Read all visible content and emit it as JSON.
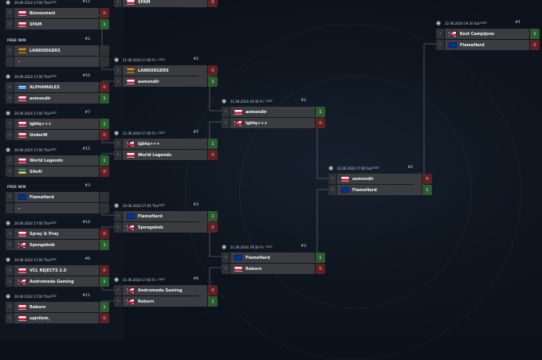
{
  "matches": [
    {
      "id": "m01",
      "header": "20.06.2024 17:00 Thu",
      "tz": "CEST",
      "num": "#12",
      "teams": [
        {
          "seed": "?",
          "name": "Biznesmeni",
          "flag": "pl",
          "score": "0"
        },
        {
          "seed": "?",
          "name": "SFAM",
          "flag": "pl",
          "score": "1"
        }
      ],
      "res": [
        "loss",
        "win"
      ]
    },
    {
      "id": "m02",
      "header": "FREE WIN",
      "tz": "",
      "num": "#2",
      "teams": [
        {
          "seed": "?",
          "name": "LANDODGERS",
          "flag": "lt",
          "score": ""
        },
        {
          "seed": "-",
          "name": "-",
          "flag": "",
          "score": ""
        }
      ],
      "res": [
        "none",
        "none"
      ]
    },
    {
      "id": "m03",
      "header": "20.06.2024 17:00 Thu",
      "tz": "CEST",
      "num": "#10",
      "teams": [
        {
          "seed": "?",
          "name": "ALPHAMALES",
          "flag": "gr",
          "score": "0"
        },
        {
          "seed": "?",
          "name": "aemondir",
          "flag": "pl",
          "score": "1"
        }
      ],
      "res": [
        "loss",
        "win"
      ]
    },
    {
      "id": "m04",
      "header": "20.06.2024 17:00 Thu",
      "tz": "CEST",
      "num": "#7",
      "teams": [
        {
          "seed": "?",
          "name": "lgbtq+++",
          "flag": "pl",
          "score": "1"
        },
        {
          "seed": "?",
          "name": "UnderW",
          "flag": "pl",
          "score": "0"
        }
      ],
      "res": [
        "win",
        "loss"
      ]
    },
    {
      "id": "m05",
      "header": "20.06.2024 17:00 Thu",
      "tz": "CEST",
      "num": "#15",
      "teams": [
        {
          "seed": "?",
          "name": "World Legends",
          "flag": "pl",
          "score": "1"
        },
        {
          "seed": "?",
          "name": "Silo4i",
          "flag": "ua",
          "score": "0"
        }
      ],
      "res": [
        "win",
        "loss"
      ]
    },
    {
      "id": "m06",
      "header": "FREE WIN",
      "tz": "",
      "num": "#3",
      "teams": [
        {
          "seed": "?",
          "name": "FlameHard",
          "flag": "eu",
          "score": ""
        },
        {
          "seed": "-",
          "name": "-",
          "flag": "",
          "score": ""
        }
      ],
      "res": [
        "none",
        "none"
      ]
    },
    {
      "id": "m07",
      "header": "20.06.2024 17:00 Thu",
      "tz": "CEST",
      "num": "#14",
      "teams": [
        {
          "seed": "?",
          "name": "Spray & Pray",
          "flag": "pl",
          "score": "0"
        },
        {
          "seed": "?",
          "name": "Spongebob",
          "flag": "cz",
          "score": "1"
        }
      ],
      "res": [
        "loss",
        "win"
      ]
    },
    {
      "id": "m08",
      "header": "20.06.2024 17:00 Thu",
      "tz": "CEST",
      "num": "#6",
      "teams": [
        {
          "seed": "?",
          "name": "VCL REJECTS 2.0",
          "flag": "pl",
          "score": "0"
        },
        {
          "seed": "?",
          "name": "Andromeda Gaming",
          "flag": "cz",
          "score": "1"
        }
      ],
      "res": [
        "loss",
        "win"
      ]
    },
    {
      "id": "m09",
      "header": "20.06.2024 17:00 Thu",
      "tz": "CEST",
      "num": "#11",
      "teams": [
        {
          "seed": "?",
          "name": "Reborn",
          "flag": "pl",
          "score": "1"
        },
        {
          "seed": "?",
          "name": "sajnilom",
          "flag": "pl",
          "score": "0"
        }
      ],
      "res": [
        "win",
        "loss"
      ]
    },
    {
      "id": "m10",
      "header": "",
      "tz": "",
      "num": "",
      "teams": [
        {
          "seed": "?",
          "name": "SFAM",
          "flag": "pl",
          "score": "0"
        }
      ],
      "res": [
        "loss"
      ]
    },
    {
      "id": "m11",
      "header": "21.06.2024 17:00 Fri",
      "tz": "CEST",
      "num": "#2",
      "teams": [
        {
          "seed": "?",
          "name": "LANDODGERS",
          "flag": "lt",
          "score": "0"
        },
        {
          "seed": "?",
          "name": "aemondir",
          "flag": "pl",
          "score": "1"
        }
      ],
      "res": [
        "loss",
        "win"
      ]
    },
    {
      "id": "m12",
      "header": "21.06.2024 17:00 Fri",
      "tz": "CEST",
      "num": "#7",
      "teams": [
        {
          "seed": "?",
          "name": "lgbtq+++",
          "flag": "cz",
          "score": "1"
        },
        {
          "seed": "?",
          "name": "World Legends",
          "flag": "pl",
          "score": "0"
        }
      ],
      "res": [
        "win",
        "loss"
      ]
    },
    {
      "id": "m13",
      "header": "20.06.2024 17:45 Thu",
      "tz": "CEST",
      "num": "#3",
      "teams": [
        {
          "seed": "?",
          "name": "FlameHard",
          "flag": "eu",
          "score": "1"
        },
        {
          "seed": "?",
          "name": "Spongebob",
          "flag": "cz",
          "score": "0"
        }
      ],
      "res": [
        "win",
        "loss"
      ]
    },
    {
      "id": "m14",
      "header": "21.06.2024 17:00 Fri",
      "tz": "CEST",
      "num": "#6",
      "teams": [
        {
          "seed": "?",
          "name": "Andromeda Gaming",
          "flag": "cz",
          "score": "0"
        },
        {
          "seed": "?",
          "name": "Reborn",
          "flag": "cz",
          "score": "1"
        }
      ],
      "res": [
        "loss",
        "win"
      ]
    },
    {
      "id": "m15",
      "header": "21.06.2024 19:30 Fri",
      "tz": "CEST",
      "num": "#2",
      "teams": [
        {
          "seed": "?",
          "name": "aemondir",
          "flag": "pl",
          "score": "1"
        },
        {
          "seed": "?",
          "name": "lgbtq+++",
          "flag": "cz",
          "score": "0"
        }
      ],
      "res": [
        "win",
        "loss"
      ]
    },
    {
      "id": "m16",
      "header": "21.06.2024 19:30 Fri",
      "tz": "CEST",
      "num": "#3",
      "teams": [
        {
          "seed": "?",
          "name": "FlameHard",
          "flag": "eu",
          "score": "1"
        },
        {
          "seed": "?",
          "name": "Reborn",
          "flag": "pl",
          "score": "0"
        }
      ],
      "res": [
        "win",
        "loss"
      ]
    },
    {
      "id": "m17",
      "header": "22.06.2024 17:00 Sat",
      "tz": "CEST",
      "num": "#2",
      "teams": [
        {
          "seed": "?",
          "name": "aemondir",
          "flag": "pl",
          "score": "0"
        },
        {
          "seed": "?",
          "name": "FlameHard",
          "flag": "eu",
          "score": "1"
        }
      ],
      "res": [
        "loss",
        "win"
      ]
    },
    {
      "id": "m18",
      "header": "22.06.2024 19:30 Sat",
      "tz": "CEST",
      "num": "#1",
      "teams": [
        {
          "seed": "?",
          "name": "Eest Campijons",
          "flag": "cz",
          "score": "1"
        },
        {
          "seed": "?",
          "name": "FlameHard",
          "flag": "eu",
          "score": "0"
        }
      ],
      "res": [
        "win",
        "loss"
      ]
    }
  ],
  "colors": {
    "win_bg": "#2e5a31",
    "win_fg": "#8fd08f",
    "loss_bg": "#5c2227",
    "loss_fg": "#f06a6a",
    "row_bg": "#3a3c40",
    "page_bg": "#0b1019"
  },
  "icons": {
    "watch": "eye-icon",
    "scroll_up": "chevron-up-icon"
  },
  "scroll_up_glyph": "^"
}
